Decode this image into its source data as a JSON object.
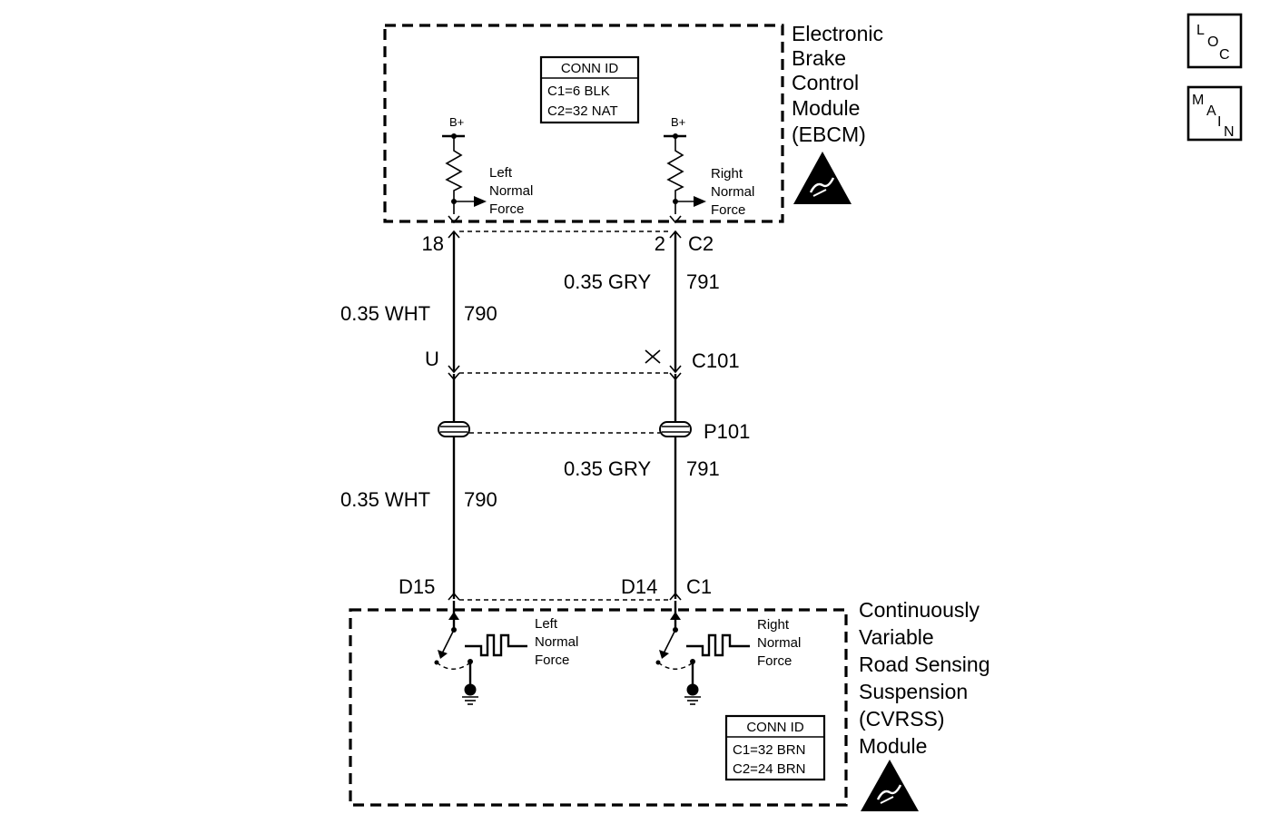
{
  "nav": {
    "loc": {
      "l1": "L",
      "l2": "O",
      "l3": "C"
    },
    "main": {
      "l1": "M",
      "l2": "A",
      "l3": "I",
      "l4": "N"
    }
  },
  "ebcm": {
    "name_lines": [
      "Electronic",
      "Brake",
      "Control",
      "Module",
      "(EBCM)"
    ],
    "conn_id": {
      "title": "CONN ID",
      "rows": [
        "C1=6 BLK",
        "C2=32 NAT"
      ]
    },
    "left": {
      "supply": "B+",
      "label_lines": [
        "Left",
        "Normal",
        "Force"
      ]
    },
    "right": {
      "supply": "B+",
      "label_lines": [
        "Right",
        "Normal",
        "Force"
      ]
    }
  },
  "pins": {
    "ebcm_left_pin": "18",
    "ebcm_right_pin": "2",
    "ebcm_right_conn": "C2",
    "c101_left_pin": "U",
    "c101_name": "C101",
    "splice_name": "P101",
    "cvrss_left_pin": "D15",
    "cvrss_right_pin": "D14",
    "cvrss_conn": "C1"
  },
  "wires": {
    "upper_left": {
      "gauge_color": "0.35 WHT",
      "circuit": "790"
    },
    "upper_right": {
      "gauge_color": "0.35 GRY",
      "circuit": "791"
    },
    "lower_left": {
      "gauge_color": "0.35 WHT",
      "circuit": "790"
    },
    "lower_right": {
      "gauge_color": "0.35 GRY",
      "circuit": "791"
    }
  },
  "cvrss": {
    "name_lines": [
      "Continuously",
      "Variable",
      "Road Sensing",
      "Suspension",
      "(CVRSS)",
      "Module"
    ],
    "conn_id": {
      "title": "CONN ID",
      "rows": [
        "C1=32 BRN",
        "C2=24 BRN"
      ]
    },
    "left": {
      "label_lines": [
        "Left",
        "Normal",
        "Force"
      ]
    },
    "right": {
      "label_lines": [
        "Right",
        "Normal",
        "Force"
      ]
    }
  }
}
